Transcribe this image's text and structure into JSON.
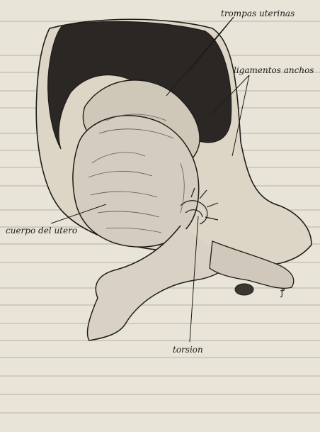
{
  "figure": {
    "labels": {
      "trompas_uterinas": "trompas uterinas",
      "ligamentos_anchos": "ligamentos anchos",
      "cuerpo_del_utero": "cuerpo del utero",
      "torsion": "torsion",
      "artist_mark": "ꝭ"
    },
    "colors": {
      "paper": "#e9e4d8",
      "ink": "#1e1c19",
      "ligament_dark": "#2a2724",
      "organ_light": "#cfc8b9"
    }
  }
}
